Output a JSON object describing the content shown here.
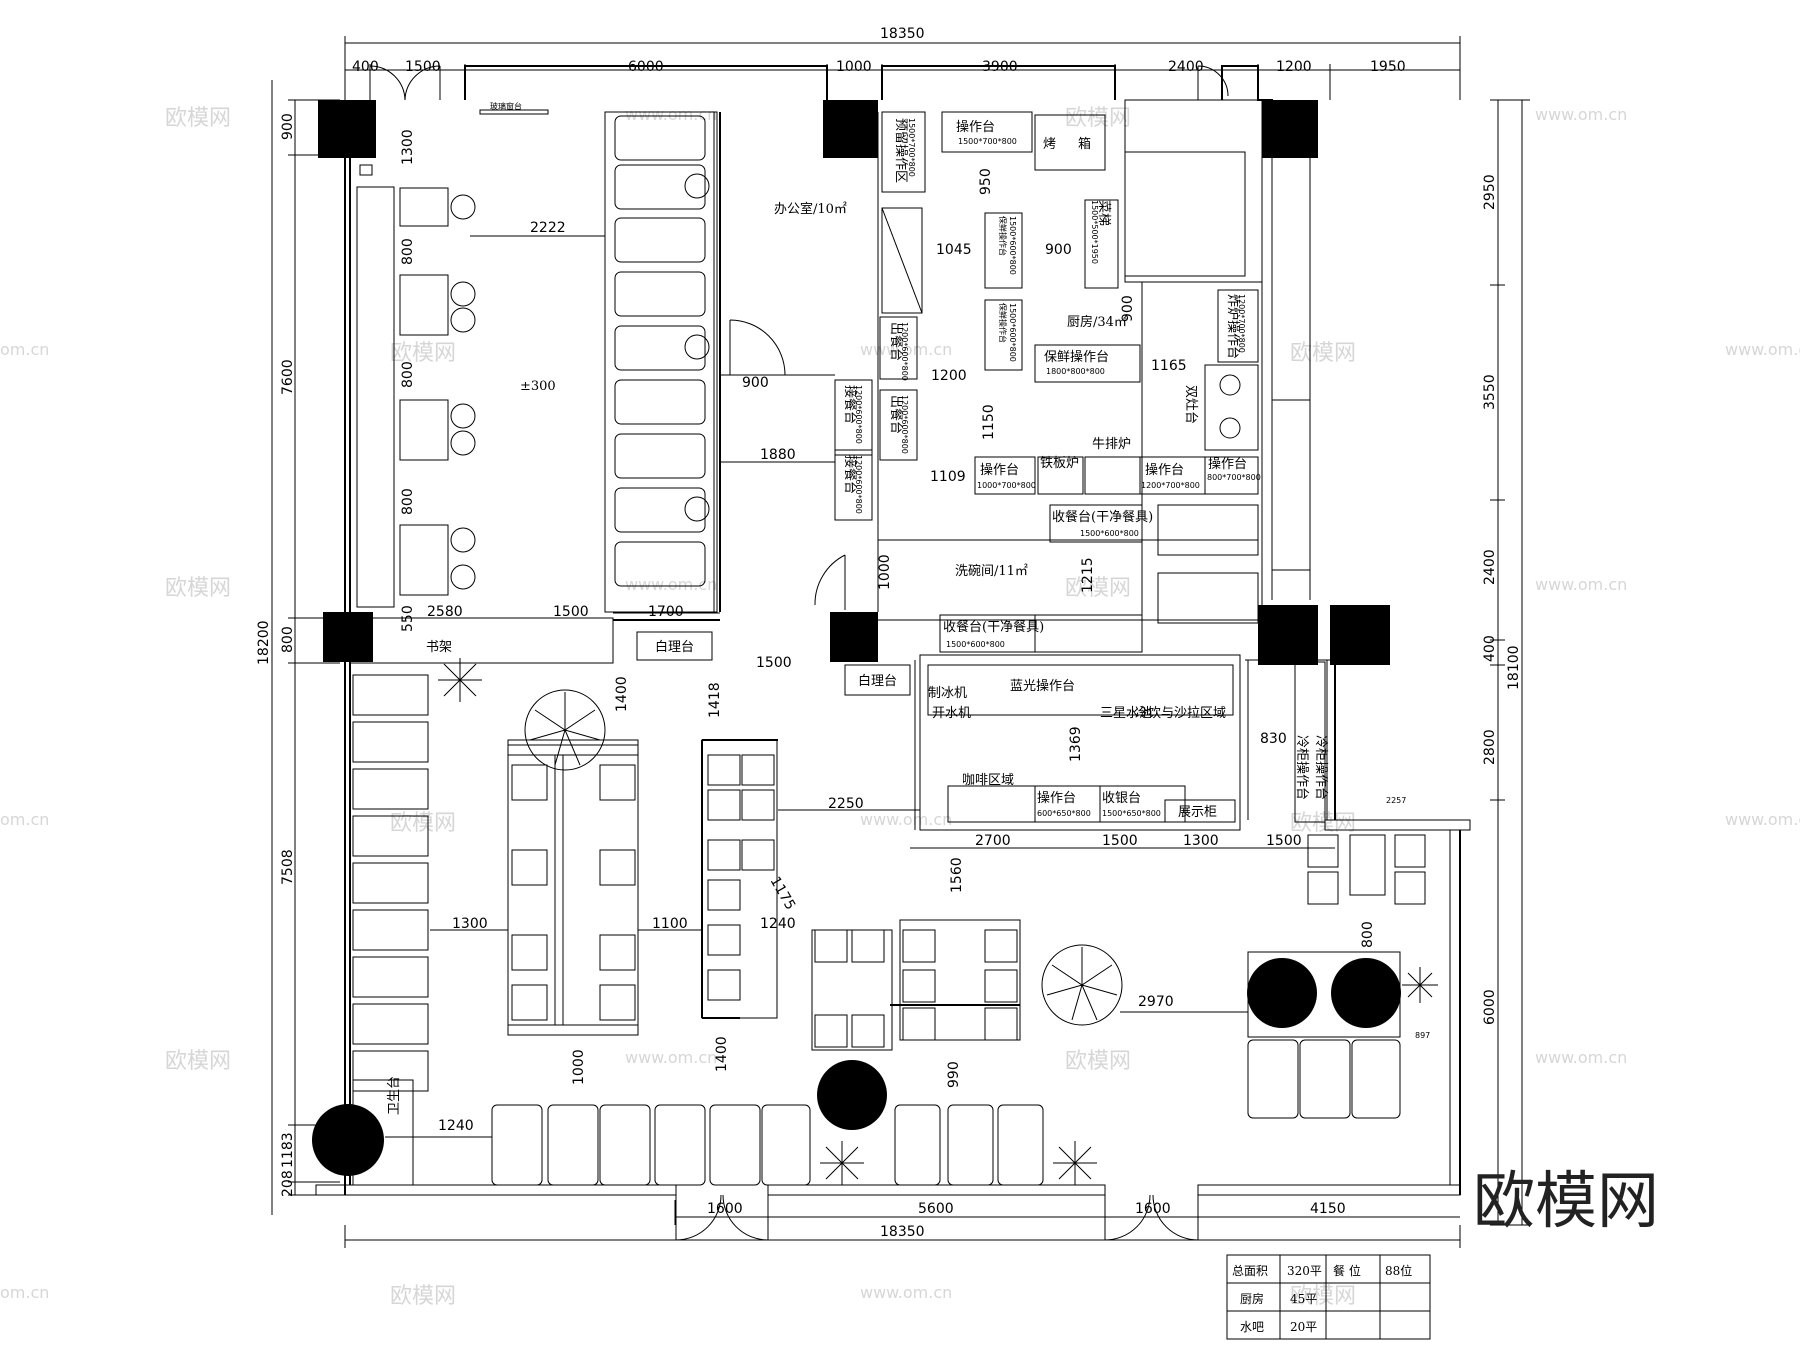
{
  "watermark": {
    "text": "欧模网",
    "site": "www.om.cn",
    "site_short": "om.cn"
  },
  "logo": "欧模网",
  "dims": {
    "top_total": "18350",
    "top_segments": [
      "400",
      "1500",
      "6000",
      "1000",
      "3900",
      "2400",
      "1200",
      "1950"
    ],
    "bottom_total": "18350",
    "bottom_segments": [
      "1600",
      "5600",
      "1600",
      "4150"
    ],
    "left_total": "18200",
    "left_segments": [
      "900",
      "7600",
      "800",
      "7508",
      "1183",
      "208"
    ],
    "right_total": "18100",
    "right_segments": [
      "2950",
      "3550",
      "2400",
      "400",
      "2800",
      "6000"
    ],
    "inner": {
      "d1300": "1300",
      "d800a": "800",
      "d800b": "800",
      "d800c": "800",
      "d2222": "2222",
      "d550": "550",
      "d2580": "2580",
      "d1500a": "1500",
      "d1700": "1700",
      "d1500b": "1500",
      "d900a": "900",
      "d1880": "1880",
      "d950": "950",
      "d1045": "1045",
      "d900b": "900",
      "d900c": "900",
      "d1200": "1200",
      "d1165": "1165",
      "d1150": "1150",
      "d1109": "1109",
      "d1000a": "1000",
      "d1215": "1215",
      "d1400a": "1400",
      "d1418": "1418",
      "d2250": "2250",
      "d1369": "1369",
      "d830": "830",
      "d1175": "1175",
      "d1300b": "1300",
      "d1100": "1100",
      "d1240a": "1240",
      "d1560": "1560",
      "d2700": "2700",
      "d1500c": "1500",
      "d1300c": "1300",
      "d1500d": "1500",
      "d2257": "2257",
      "d800d": "800",
      "d2970": "2970",
      "d897": "897",
      "d1000b": "1000",
      "d1400b": "1400",
      "d990": "990",
      "d1240b": "1240"
    }
  },
  "labels": {
    "office": "办公室/10㎡",
    "kitchen": "厨房/34㎡",
    "wash": "洗碗间/11㎡",
    "level": "±300",
    "window_note": "玻璃窗台",
    "op_top": "操作台",
    "op_top_spec": "1500*700*800",
    "oven": "烤",
    "cabinet": "箱",
    "prep": "预留操作区",
    "prep_spec": "1500*700*800",
    "stair": "菜梯",
    "stair_spec": "1500*500*1950",
    "fresh1": "保鲜操作台",
    "fresh1_spec": "1500*600*800",
    "fresh2": "保鲜操作台",
    "fresh2_spec": "1500*600*800",
    "fresh3": "保鲜操作台",
    "fresh3_spec": "1800*800*800",
    "out1": "出餐台",
    "out1_spec": "1200*600*800",
    "out2": "出餐台",
    "out2_spec": "1200*600*800",
    "pass1": "接餐台",
    "pass1_spec": "1200*600*800",
    "pass2": "接餐台",
    "pass2_spec": "1200*600*800",
    "fryer": "炸炉操作台",
    "fryer_spec": "1200*700*800",
    "double_stove": "双灶台",
    "op2": "操作台",
    "op2_spec": "1000*700*800",
    "griddle": "铁板炉",
    "steak": "牛排炉",
    "op3": "操作台",
    "op3_spec": "1200*700*800",
    "op4": "操作台",
    "op4_spec": "800*700*800",
    "collect1": "收餐台(干净餐具)",
    "collect1_spec": "1500*600*800",
    "collect2": "收餐台(干净餐具)",
    "collect2_spec": "1500*600*800",
    "shelf": "书架",
    "condiment1": "白理台",
    "condiment2": "白理台",
    "ice": "制冰机",
    "water": "开水机",
    "blue_op": "蓝光操作台",
    "sink": "三星水池",
    "cold": "冷饮与沙拉区域",
    "coffee": "咖啡区域",
    "op5": "操作台",
    "op5_spec": "600*650*800",
    "cashier": "收银台",
    "cashier_spec": "1500*650*800",
    "display": "展示柜",
    "cold_op": "冷柜操作台",
    "cold_op2": "冷柜操作台",
    "bar_side": "卫生台"
  },
  "table": {
    "rows": [
      [
        "总面积",
        "320平",
        "餐  位",
        "88位"
      ],
      [
        "厨房",
        "45平",
        "",
        ""
      ],
      [
        "水吧",
        "20平",
        "",
        ""
      ]
    ]
  }
}
